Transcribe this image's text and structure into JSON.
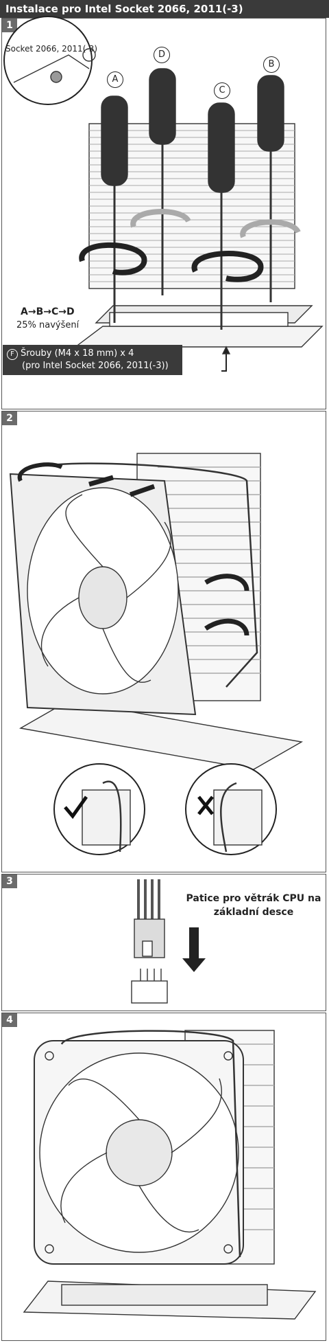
{
  "title": "Instalace pro Intel Socket 2066, 2011(-3)",
  "steps": [
    {
      "number": "1"
    },
    {
      "number": "2"
    },
    {
      "number": "3"
    },
    {
      "number": "4"
    }
  ],
  "step1": {
    "socket_label": "Socket 2066, 2011(-3)",
    "letters": [
      "A",
      "B",
      "C",
      "D"
    ],
    "sequence": "A→B→C→D",
    "increment": "25% navýšení",
    "screw_marker": "F",
    "screw_line1": "Šrouby (M4 x 18 mm) x 4",
    "screw_line2": "(pro Intel Socket 2066, 2011(-3))"
  },
  "step3": {
    "connector_label": "Patice pro větrák CPU na základní desce"
  },
  "colors": {
    "title_bg": "#3a3a3a",
    "badge_bg": "#6b6b6b",
    "line": "#333333",
    "fill_light": "#ececec"
  }
}
